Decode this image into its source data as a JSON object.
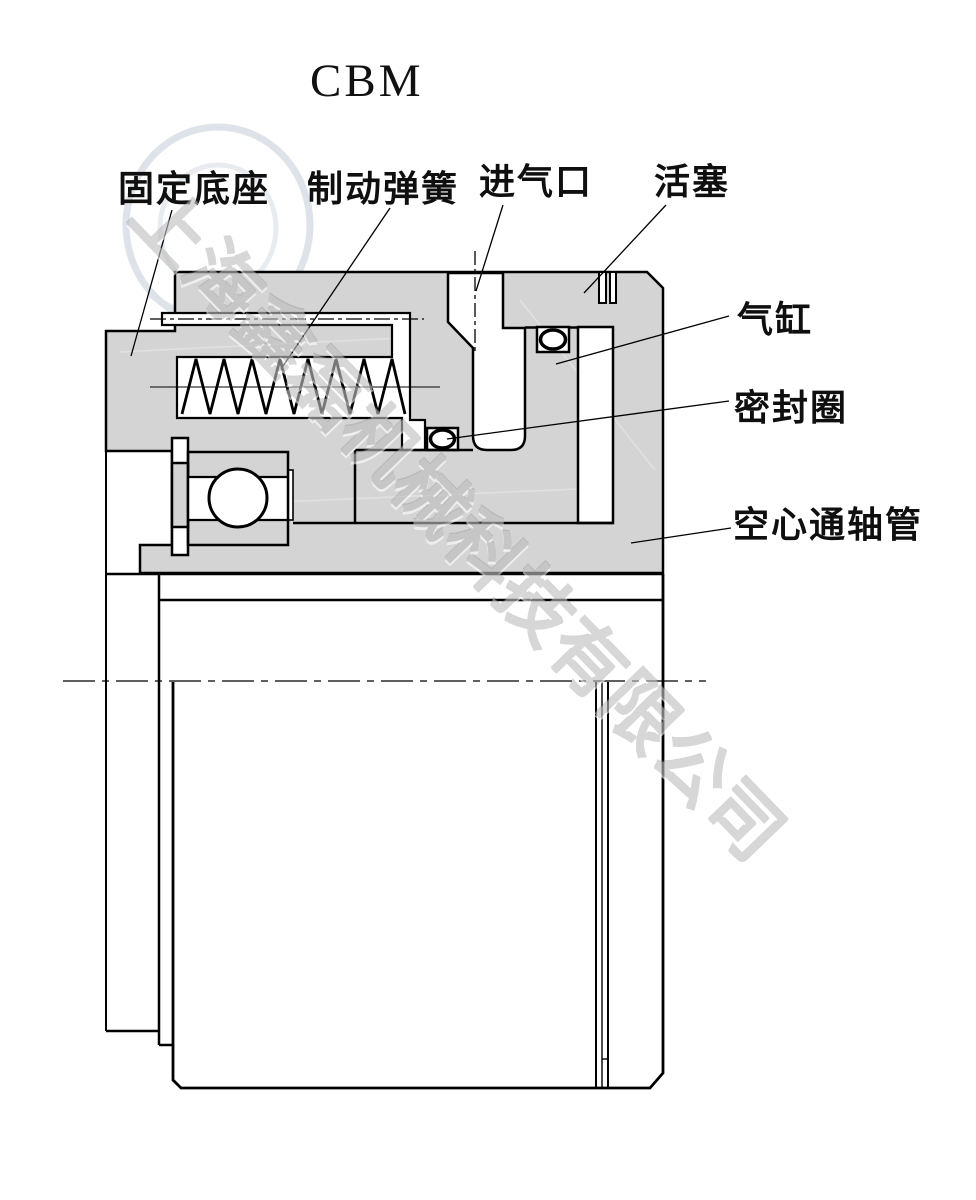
{
  "title": "CBM",
  "labels": {
    "fixed_base": "固定底座",
    "brake_spring": "制动弹簧",
    "air_inlet": "进气口",
    "piston": "活塞",
    "cylinder": "气缸",
    "seal_ring": "密封圈",
    "hollow_shaft": "空心通轴管"
  },
  "watermark": {
    "text": "上海鑫磊机械科技有限公司"
  },
  "colors": {
    "section_fill": "#d4d4d4",
    "outline": "#000000",
    "watermark": "#bfbfbf",
    "logo": "#b8c2d2"
  }
}
